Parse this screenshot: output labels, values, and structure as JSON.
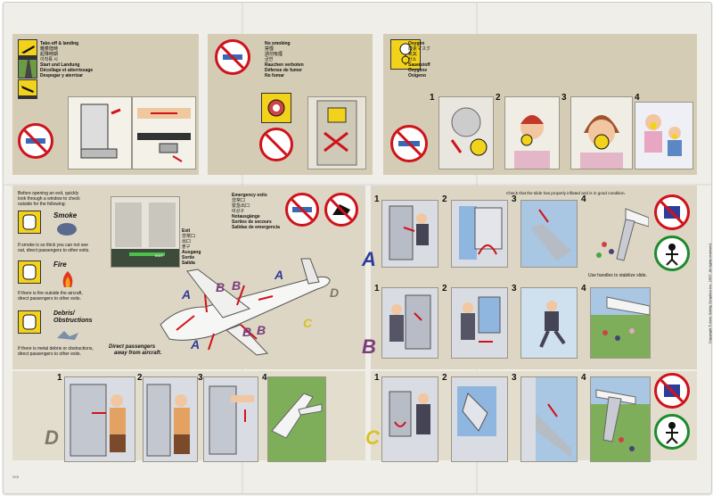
{
  "takeoff": {
    "lines": [
      "Take-off & landing",
      "離着陸時",
      "起降時期",
      "이착륙 시",
      "Start und Landung",
      "Décollage et atterrissage",
      "Despegar y aterrizar"
    ]
  },
  "nosmoking": {
    "lines": [
      "No smoking",
      "禁煙",
      "請勿吸煙",
      "금연",
      "Rauchen verboten",
      "Défense de fumer",
      "No fumar"
    ]
  },
  "oxygen": {
    "lines": [
      "Oxygen",
      "酸素マスク",
      "氧氣",
      "산소",
      "Sauerstoff",
      "Oxygène",
      "Oxígeno"
    ],
    "steps": [
      "1",
      "2",
      "3",
      "4"
    ]
  },
  "before_exit": {
    "intro": [
      "Before opening an exit, quickly",
      "look through a window to check",
      "outside for the following:"
    ],
    "smoke_title": "Smoke",
    "smoke_text": [
      "If smoke is so thick you can not see",
      "out, direct passengers to other exits."
    ],
    "fire_title": "Fire",
    "fire_text": [
      "If there is fire outside the aircraft,",
      "direct passengers to other exits."
    ],
    "debris_title": [
      "Debris/",
      "Obstructions"
    ],
    "debris_text": [
      "If there is metal debris or obstructions,",
      "direct passengers to other exits."
    ]
  },
  "exit_sign": {
    "lines": [
      "Exit",
      "非常口",
      "出口",
      "출구",
      "Ausgang",
      "Sortie",
      "Salida"
    ],
    "sign_text": "EXIT"
  },
  "emergency_exits": {
    "lines": [
      "Emergency exits",
      "非常口",
      "緊急出口",
      "비상구",
      "Notausgänge",
      "Sorties de secours",
      "Salidas de emergencia"
    ]
  },
  "direct_passengers": [
    "Direct passengers",
    "away from aircraft."
  ],
  "exit_labels": {
    "a": "A",
    "b": "B",
    "c": "C",
    "d": "D"
  },
  "slide_check": "Check that the slide has properly inflated and is in good condition.",
  "handles_note": "Use handles to stabilize slide.",
  "step_numbers": [
    "1",
    "2",
    "3",
    "4"
  ],
  "copyright": "Copyright © Aero Safety Graphics Inc. 1997. All rights reserved.",
  "small_code": "SKB",
  "colors": {
    "panel": "#d5ccb5",
    "yellow": "#f3d21c",
    "red": "#d0121b",
    "green": "#1d8a2d",
    "letter_a": "#2f3d9a",
    "letter_b": "#7a3d7a",
    "letter_c": "#d9c21f",
    "letter_d": "#7e7a66"
  }
}
